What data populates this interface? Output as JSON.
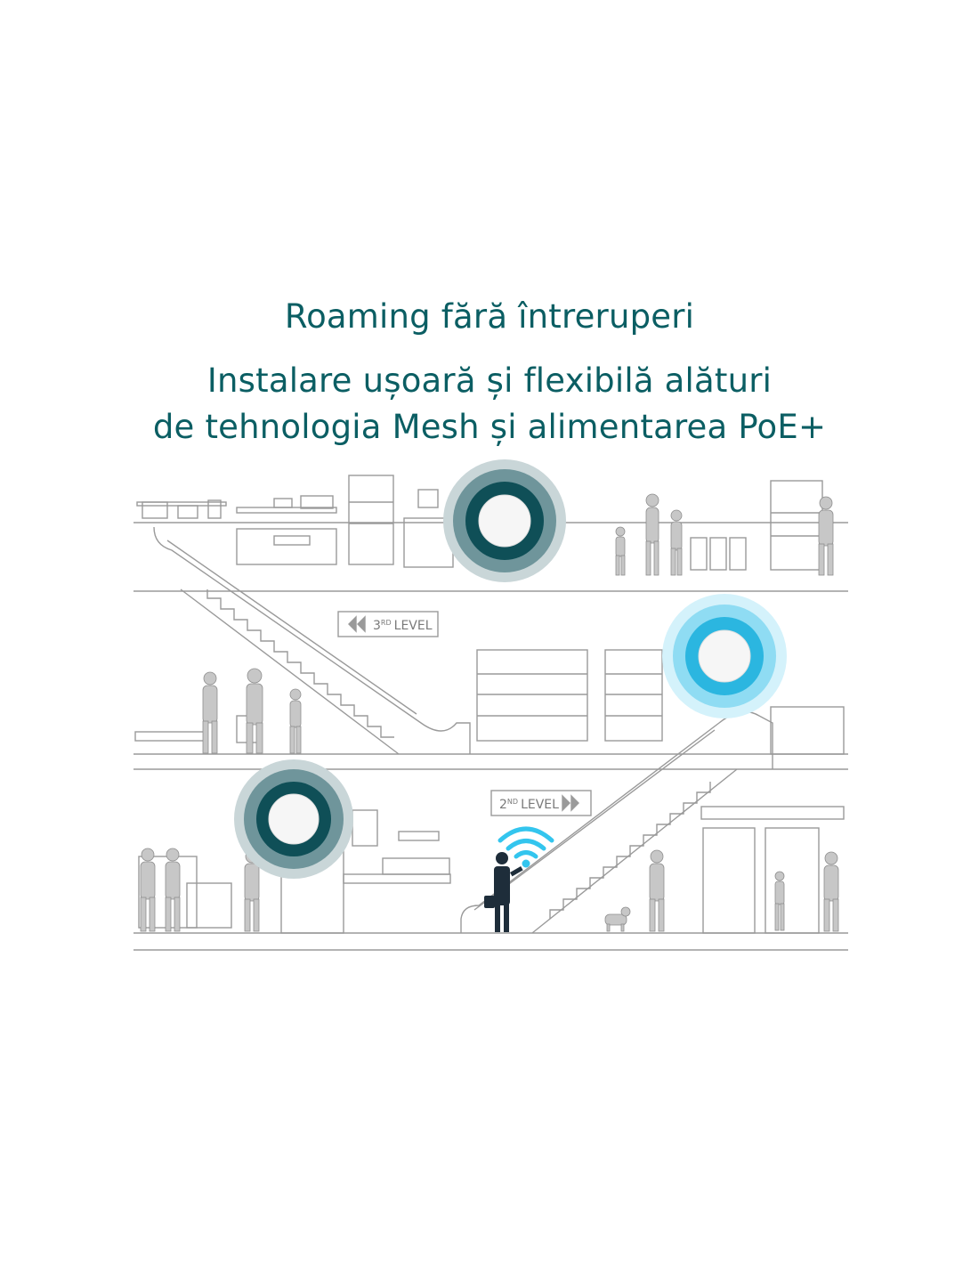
{
  "headline": {
    "line1": "Roaming fără întreruperi",
    "line2a": "Instalare ușoară și flexibilă alături",
    "line2b": "de tehnologia Mesh și alimentarea PoE+"
  },
  "signs": {
    "level3_prefix": "3",
    "level3_sup": "RD",
    "level3_word": "LEVEL",
    "level2_prefix": "2",
    "level2_sup": "ND",
    "level2_word": "LEVEL"
  },
  "colors": {
    "headline": "#0b5e63",
    "line_art": "#9a9a9a",
    "access_point_ring_dark": "#0f4f57",
    "access_point_ring_mid": "#6f959b",
    "access_point_ring_active": "#2bb6e0",
    "wifi_signal": "#33c5ee",
    "person_highlight": "#1e2d3a"
  },
  "icons": {
    "access_point": "ceiling-access-point-icon",
    "wifi": "wifi-signal-icon",
    "arrows_left": "double-chevron-left-icon",
    "arrows_right": "double-chevron-right-icon"
  }
}
